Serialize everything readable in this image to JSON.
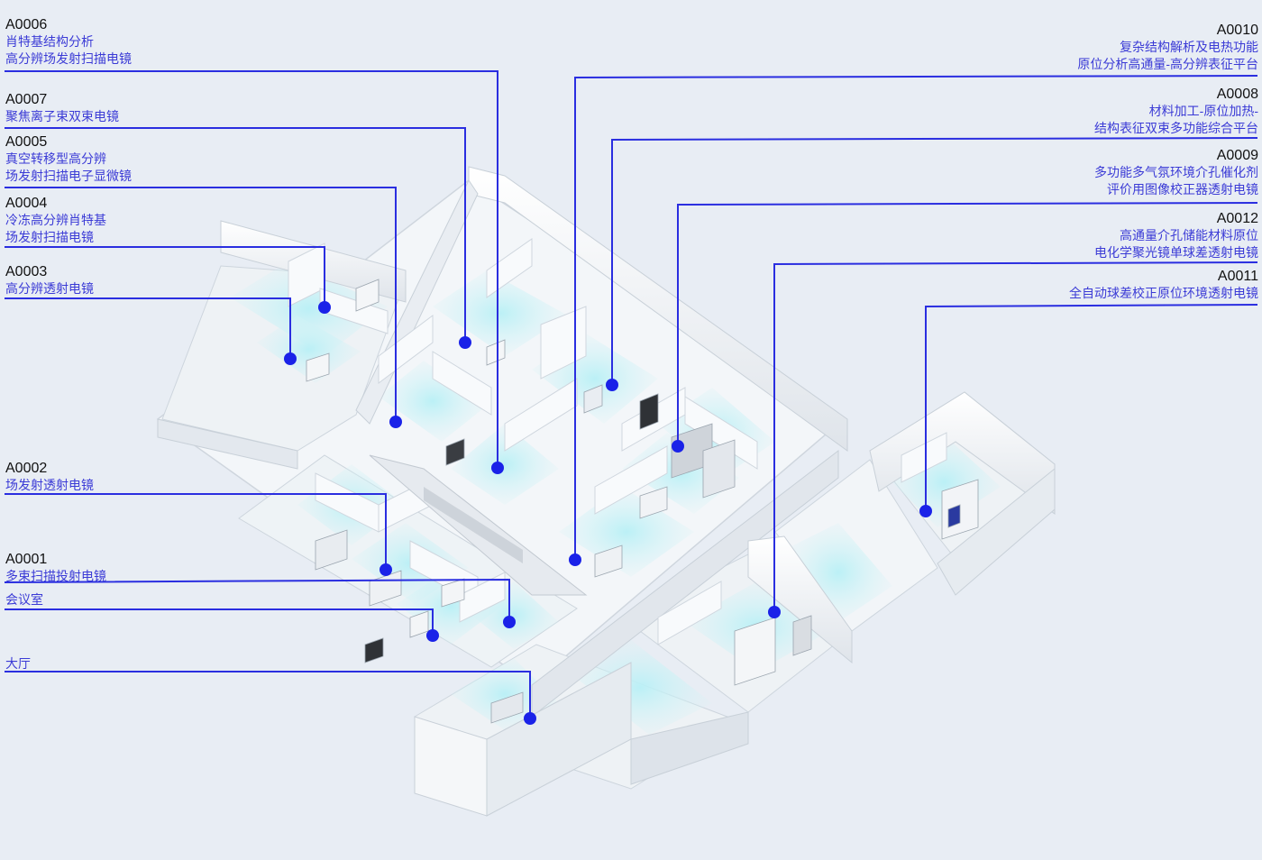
{
  "labels": {
    "a0006": {
      "code": "A0006",
      "line1": "肖特基结构分析",
      "line2": "高分辨场发射扫描电镜"
    },
    "a0007": {
      "code": "A0007",
      "line1": "聚焦离子束双束电镜"
    },
    "a0005": {
      "code": "A0005",
      "line1": "真空转移型高分辨",
      "line2": "场发射扫描电子显微镜"
    },
    "a0004": {
      "code": "A0004",
      "line1": "冷冻高分辨肖特基",
      "line2": "场发射扫描电镜"
    },
    "a0003": {
      "code": "A0003",
      "line1": "高分辨透射电镜"
    },
    "a0002": {
      "code": "A0002",
      "line1": "场发射透射电镜"
    },
    "a0001": {
      "code": "A0001",
      "line1": "多束扫描投射电镜"
    },
    "meeting": {
      "line1": "会议室"
    },
    "lobby": {
      "line1": "大厅"
    },
    "a0010": {
      "code": "A0010",
      "line1": "复杂结构解析及电热功能",
      "line2": "原位分析高通量-高分辨表征平台"
    },
    "a0008": {
      "code": "A0008",
      "line1": "材料加工-原位加热-",
      "line2": "结构表征双束多功能综合平台"
    },
    "a0009": {
      "code": "A0009",
      "line1": "多功能多气氛环境介孔催化剂",
      "line2": "评价用图像校正器透射电镜"
    },
    "a0012": {
      "code": "A0012",
      "line1": "高通量介孔储能材料原位",
      "line2": "电化学聚光镜单球差透射电镜"
    },
    "a0011": {
      "code": "A0011",
      "line1": "全自动球差校正原位环境透射电镜"
    }
  },
  "colors": {
    "accent": "#2a2ee0",
    "label_text": "#3b3bd6",
    "code_text": "#111111",
    "background": "#e8edf4",
    "floor": "#d6f1f4",
    "wall": "#f6f8fa"
  },
  "icons": {
    "marker": "location-dot-icon"
  }
}
